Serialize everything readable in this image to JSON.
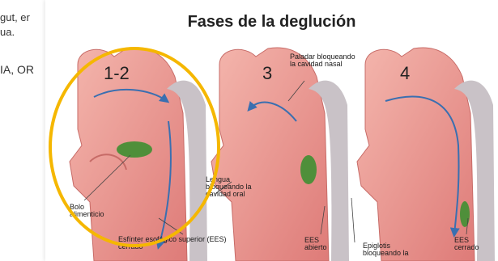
{
  "background_text": {
    "line1": "gut, er",
    "line2": "ua.",
    "line3": "IA, OR"
  },
  "title": "Fases de la deglución",
  "stages": [
    {
      "number": "1-2"
    },
    {
      "number": "3"
    },
    {
      "number": "4"
    }
  ],
  "labels": {
    "bolo": "Bolo alimenticio",
    "esfinter": "Esfínter esofágico superior (EES) cerrado",
    "paladar": "Paladar bloqueando la cavidad nasal",
    "lengua": "Lengua bloqueando la cavidad oral",
    "ees_abierto": "EES abierto",
    "epiglotis": "Epiglotis bloqueando la",
    "ees_cerrado": "EES cerrado"
  },
  "colors": {
    "highlight_circle": "#f5b700",
    "arrow": "#3a6fb0",
    "bolus": "#4f8f3a",
    "tissue": "#e58a86"
  }
}
